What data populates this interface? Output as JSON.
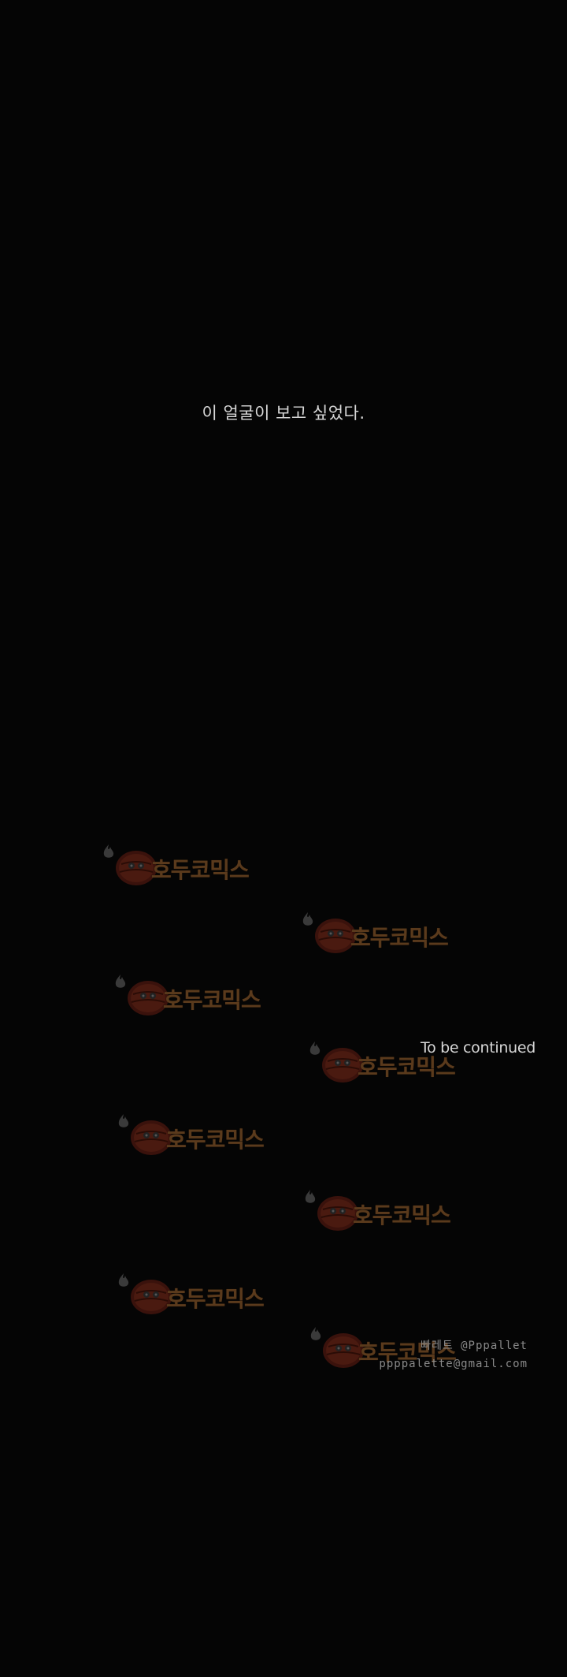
{
  "panel": {
    "dialogue": "이 얼굴이 보고 싶었다.",
    "to_be_continued": "To be continued"
  },
  "watermark": {
    "text": "호두코믹스",
    "icon": "walnut-face-icon",
    "color": "#5a3a1c"
  },
  "credit": {
    "author_line": "빠레트 @Pppallet",
    "email_line": "ppppalette@gmail.com"
  },
  "colors": {
    "background": "#050505",
    "text": "#d8d8d8",
    "credit": "#8a8a8a"
  }
}
